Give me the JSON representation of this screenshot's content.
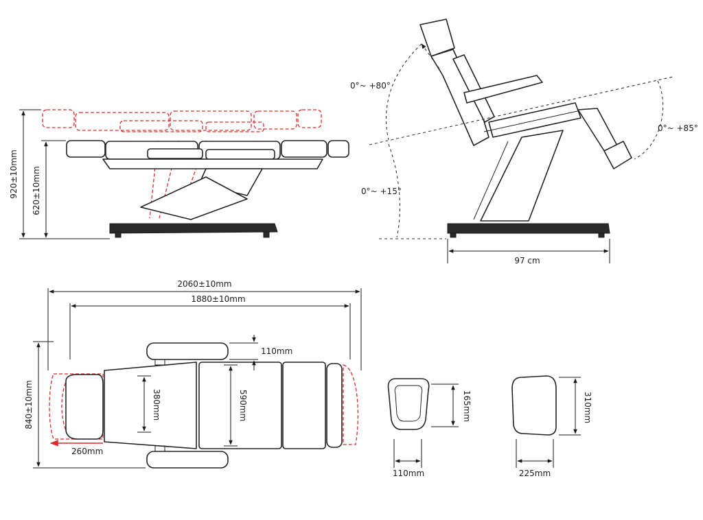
{
  "side_view": {
    "height_max": "920±10mm",
    "height_min": "620±10mm"
  },
  "recline_view": {
    "backrest_angle": "0°~ +80°",
    "seat_tilt": "0°~ +15°",
    "leg_angle": "0°~ +85°",
    "base_width": "97 cm"
  },
  "top_view": {
    "total_length": "2060±10mm",
    "bed_length": "1880±10mm",
    "total_width": "840±10mm",
    "armrest_offset": "110mm",
    "back_width": "380mm",
    "seat_width": "590mm",
    "head_extension": "260mm"
  },
  "headrest_small": {
    "height": "165mm",
    "width": "110mm"
  },
  "headrest_large": {
    "height": "310mm",
    "width": "225mm"
  },
  "colors": {
    "line": "#222222",
    "extended": "#d92a2a"
  }
}
